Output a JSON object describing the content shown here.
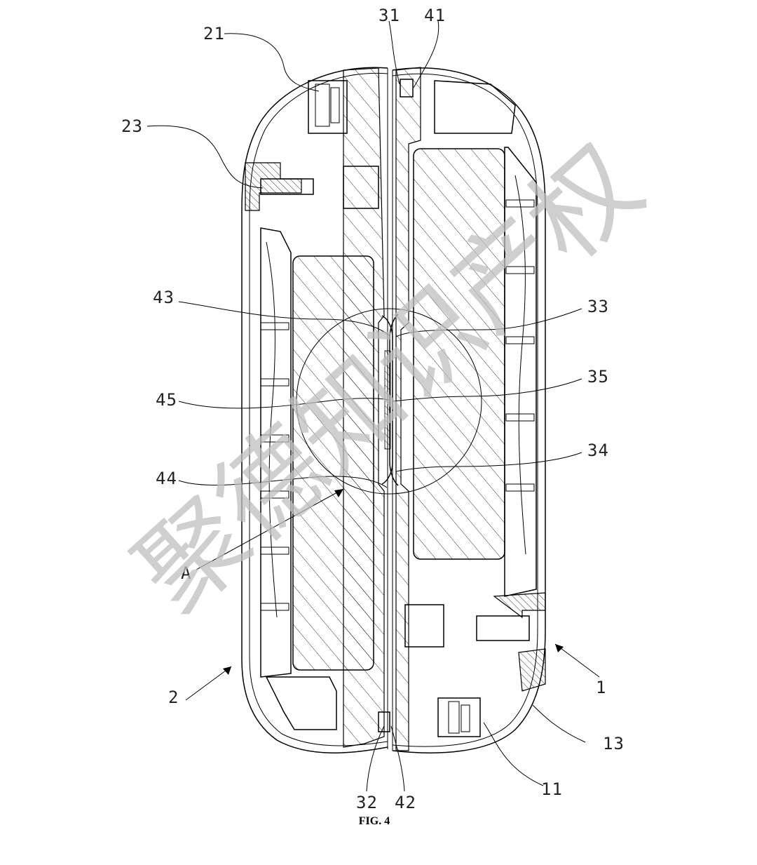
{
  "figure": {
    "caption": "FIG. 4",
    "watermark": "聚德知识产权",
    "reference_numerals": {
      "n21": "21",
      "n23": "23",
      "n31": "31",
      "n41": "41",
      "n43": "43",
      "n33": "33",
      "n35": "35",
      "n45": "45",
      "n34": "34",
      "n44": "44",
      "nA": "A",
      "n1": "1",
      "n2": "2",
      "n13": "13",
      "n11": "11",
      "n32": "32",
      "n42": "42"
    }
  }
}
